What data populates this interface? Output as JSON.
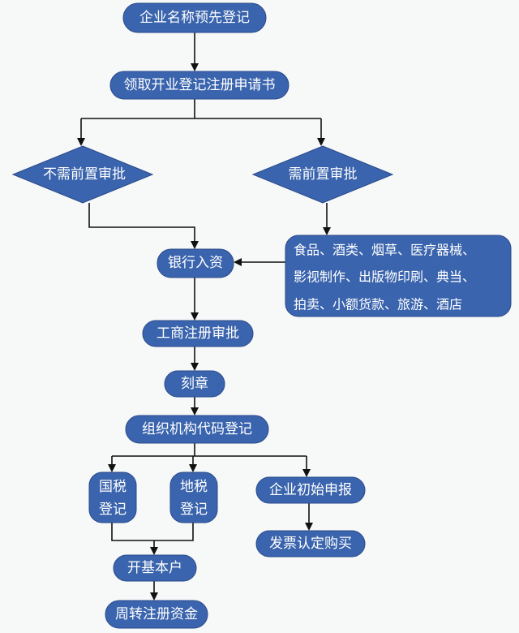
{
  "colors": {
    "node_fill": "#3a64ad",
    "line": "#111111",
    "background": "#f7f8f8"
  },
  "nodes": {
    "name_preregistration": "企业名称预先登记",
    "get_application": "领取开业登记注册申请书",
    "no_preapproval": "不需前置审批",
    "needs_preapproval": "需前置审批",
    "preapproval_industries": {
      "line1": "食品、酒类、烟草、医疗器械、",
      "line2": "影视制作、出版物印刷、典当、",
      "line3": "拍卖、小额货款、旅游、酒店"
    },
    "bank_deposit": "银行入资",
    "business_registration": "工商注册审批",
    "seal_engraving": "刻章",
    "org_code_registration": "组织机构代码登记",
    "national_tax": {
      "line1": "国税",
      "line2": "登记"
    },
    "local_tax": {
      "line1": "地税",
      "line2": "登记"
    },
    "initial_declaration": "企业初始申报",
    "invoice_purchase": "发票认定购买",
    "basic_account": "开基本户",
    "capital_turnover": "周转注册资金"
  }
}
